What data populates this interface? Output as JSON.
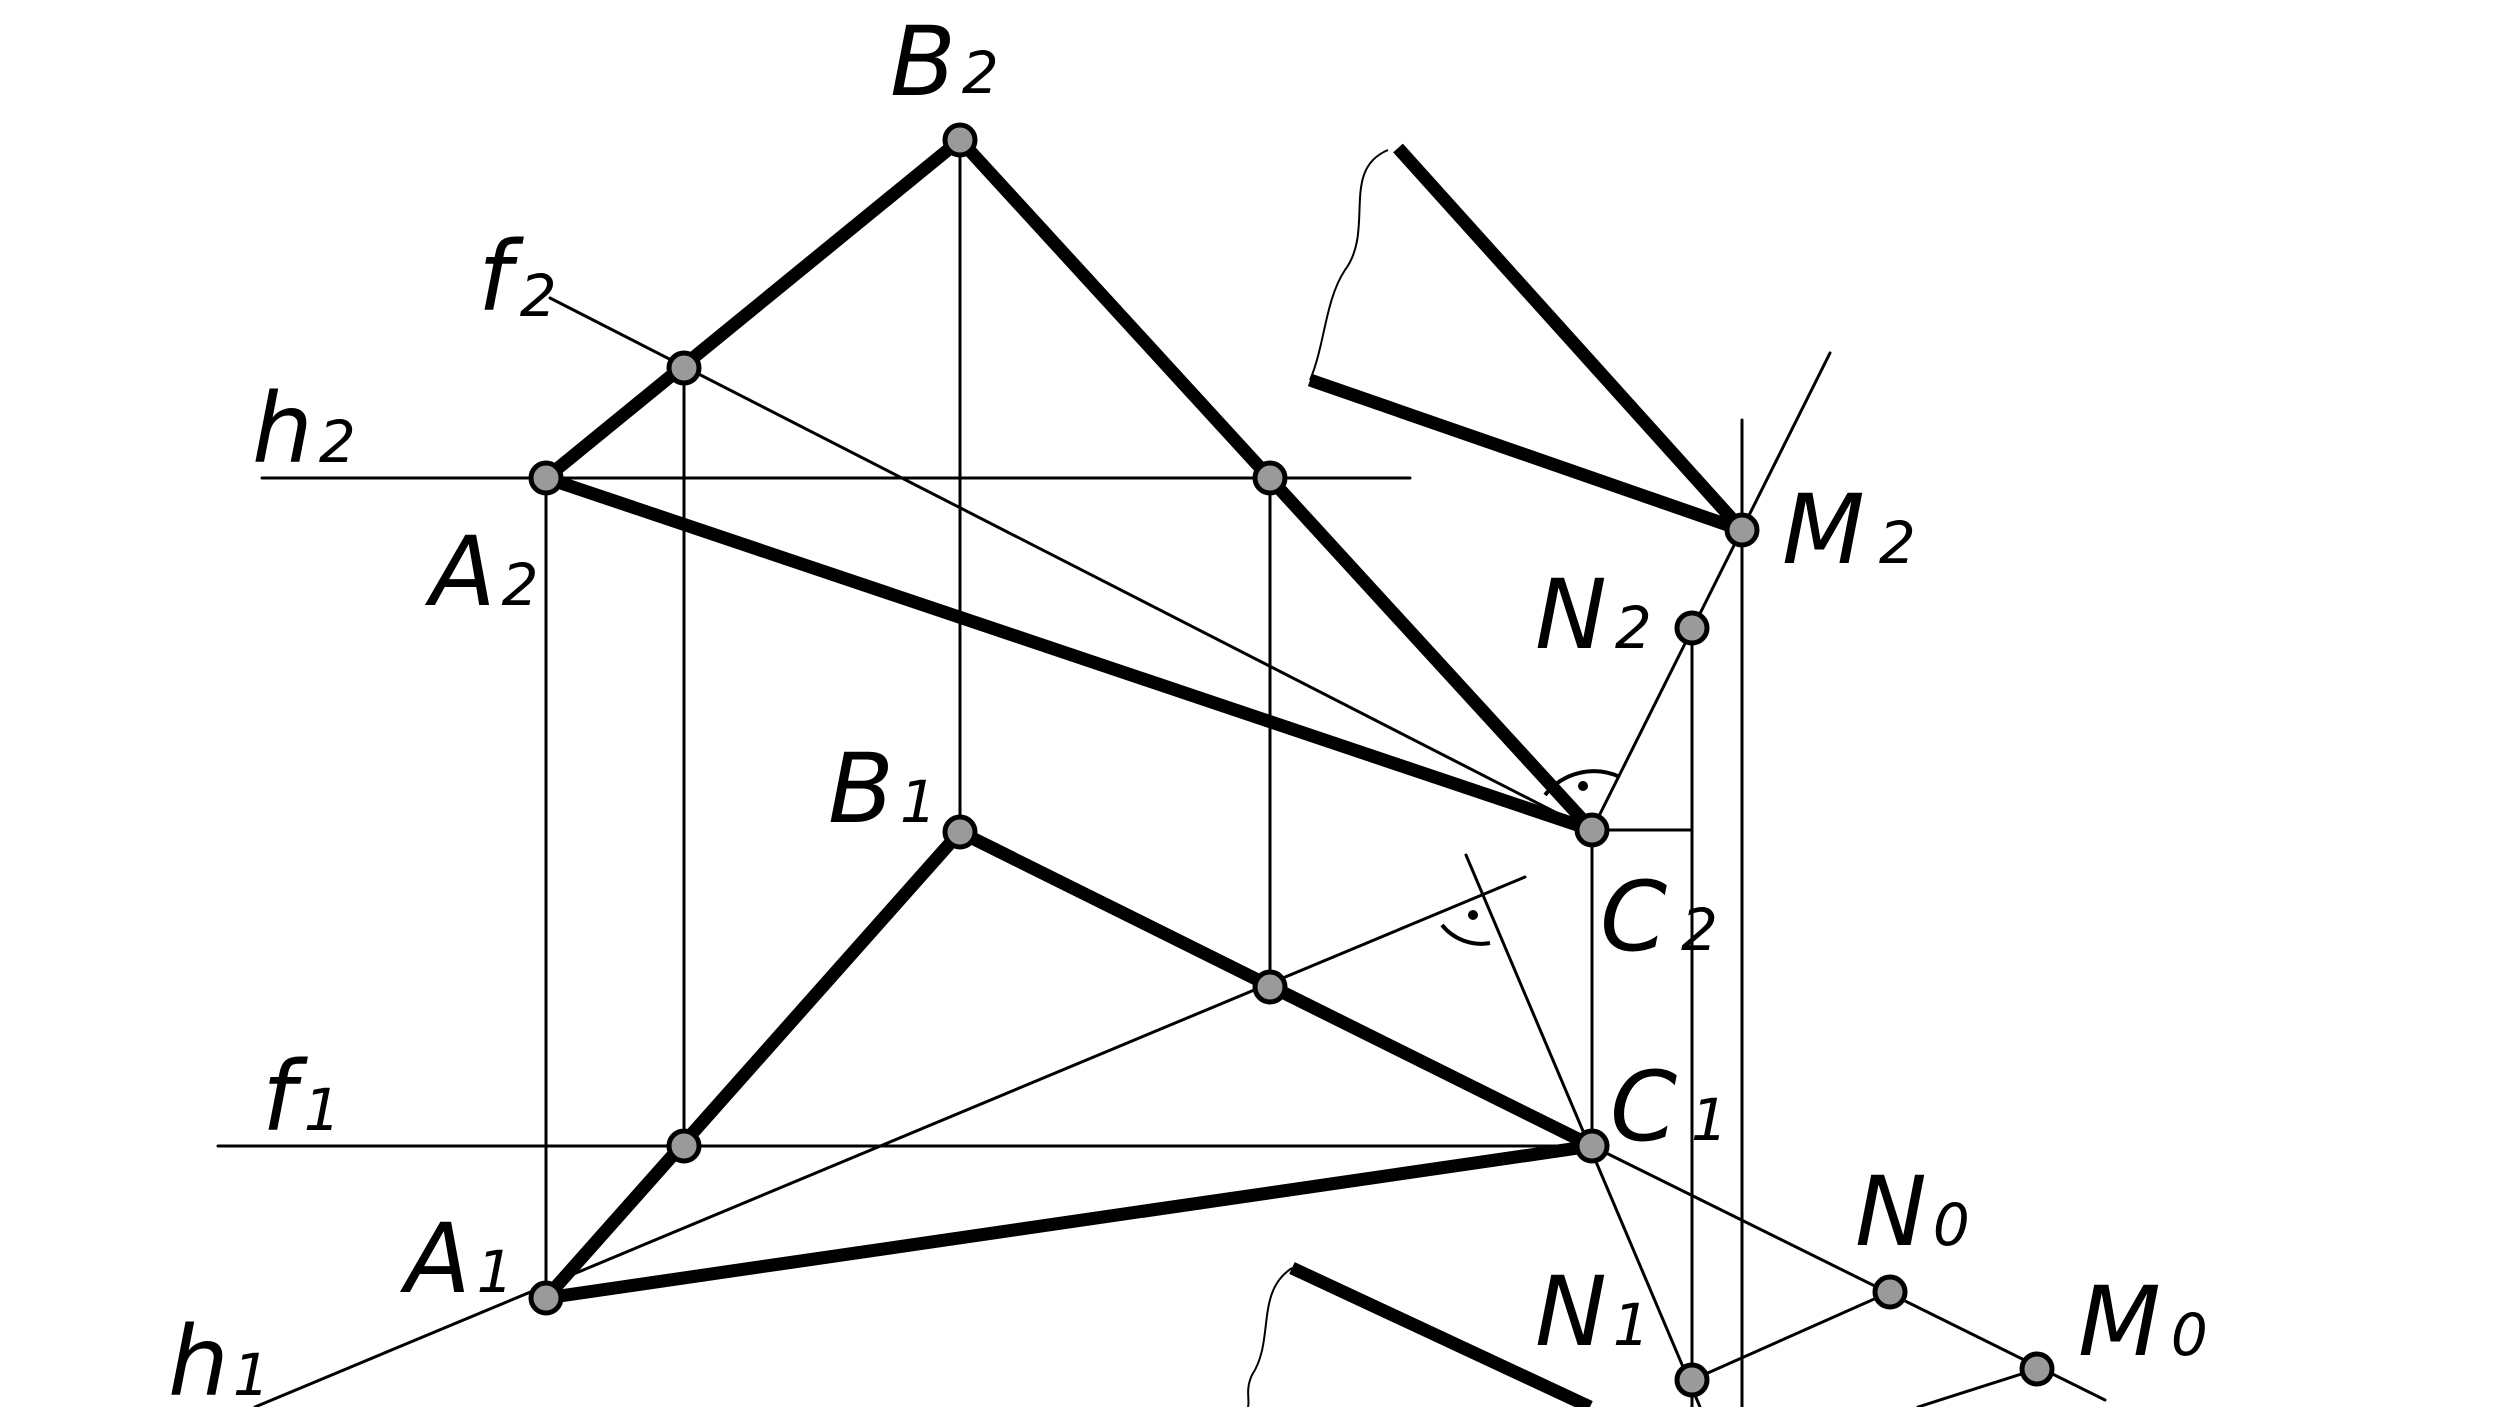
{
  "labels": {
    "B2": {
      "main": "B",
      "sub": "2"
    },
    "f2": {
      "main": "f",
      "sub": "2"
    },
    "h2": {
      "main": "h",
      "sub": "2"
    },
    "A2": {
      "main": "A",
      "sub": "2"
    },
    "M2": {
      "main": "M",
      "sub": "2"
    },
    "N2": {
      "main": "N",
      "sub": "2"
    },
    "B1": {
      "main": "B",
      "sub": "1"
    },
    "C2": {
      "main": "C",
      "sub": "2"
    },
    "f1": {
      "main": "f",
      "sub": "1"
    },
    "C1": {
      "main": "C",
      "sub": "1"
    },
    "A1": {
      "main": "A",
      "sub": "1"
    },
    "N0": {
      "main": "N",
      "sub": "0"
    },
    "M0": {
      "main": "M",
      "sub": "0"
    },
    "N1": {
      "main": "N",
      "sub": "1"
    },
    "h1": {
      "main": "h",
      "sub": "1"
    }
  },
  "colors": {
    "line": "#000000",
    "point_fill": "#9a9a9a",
    "background": "#ffffff"
  }
}
